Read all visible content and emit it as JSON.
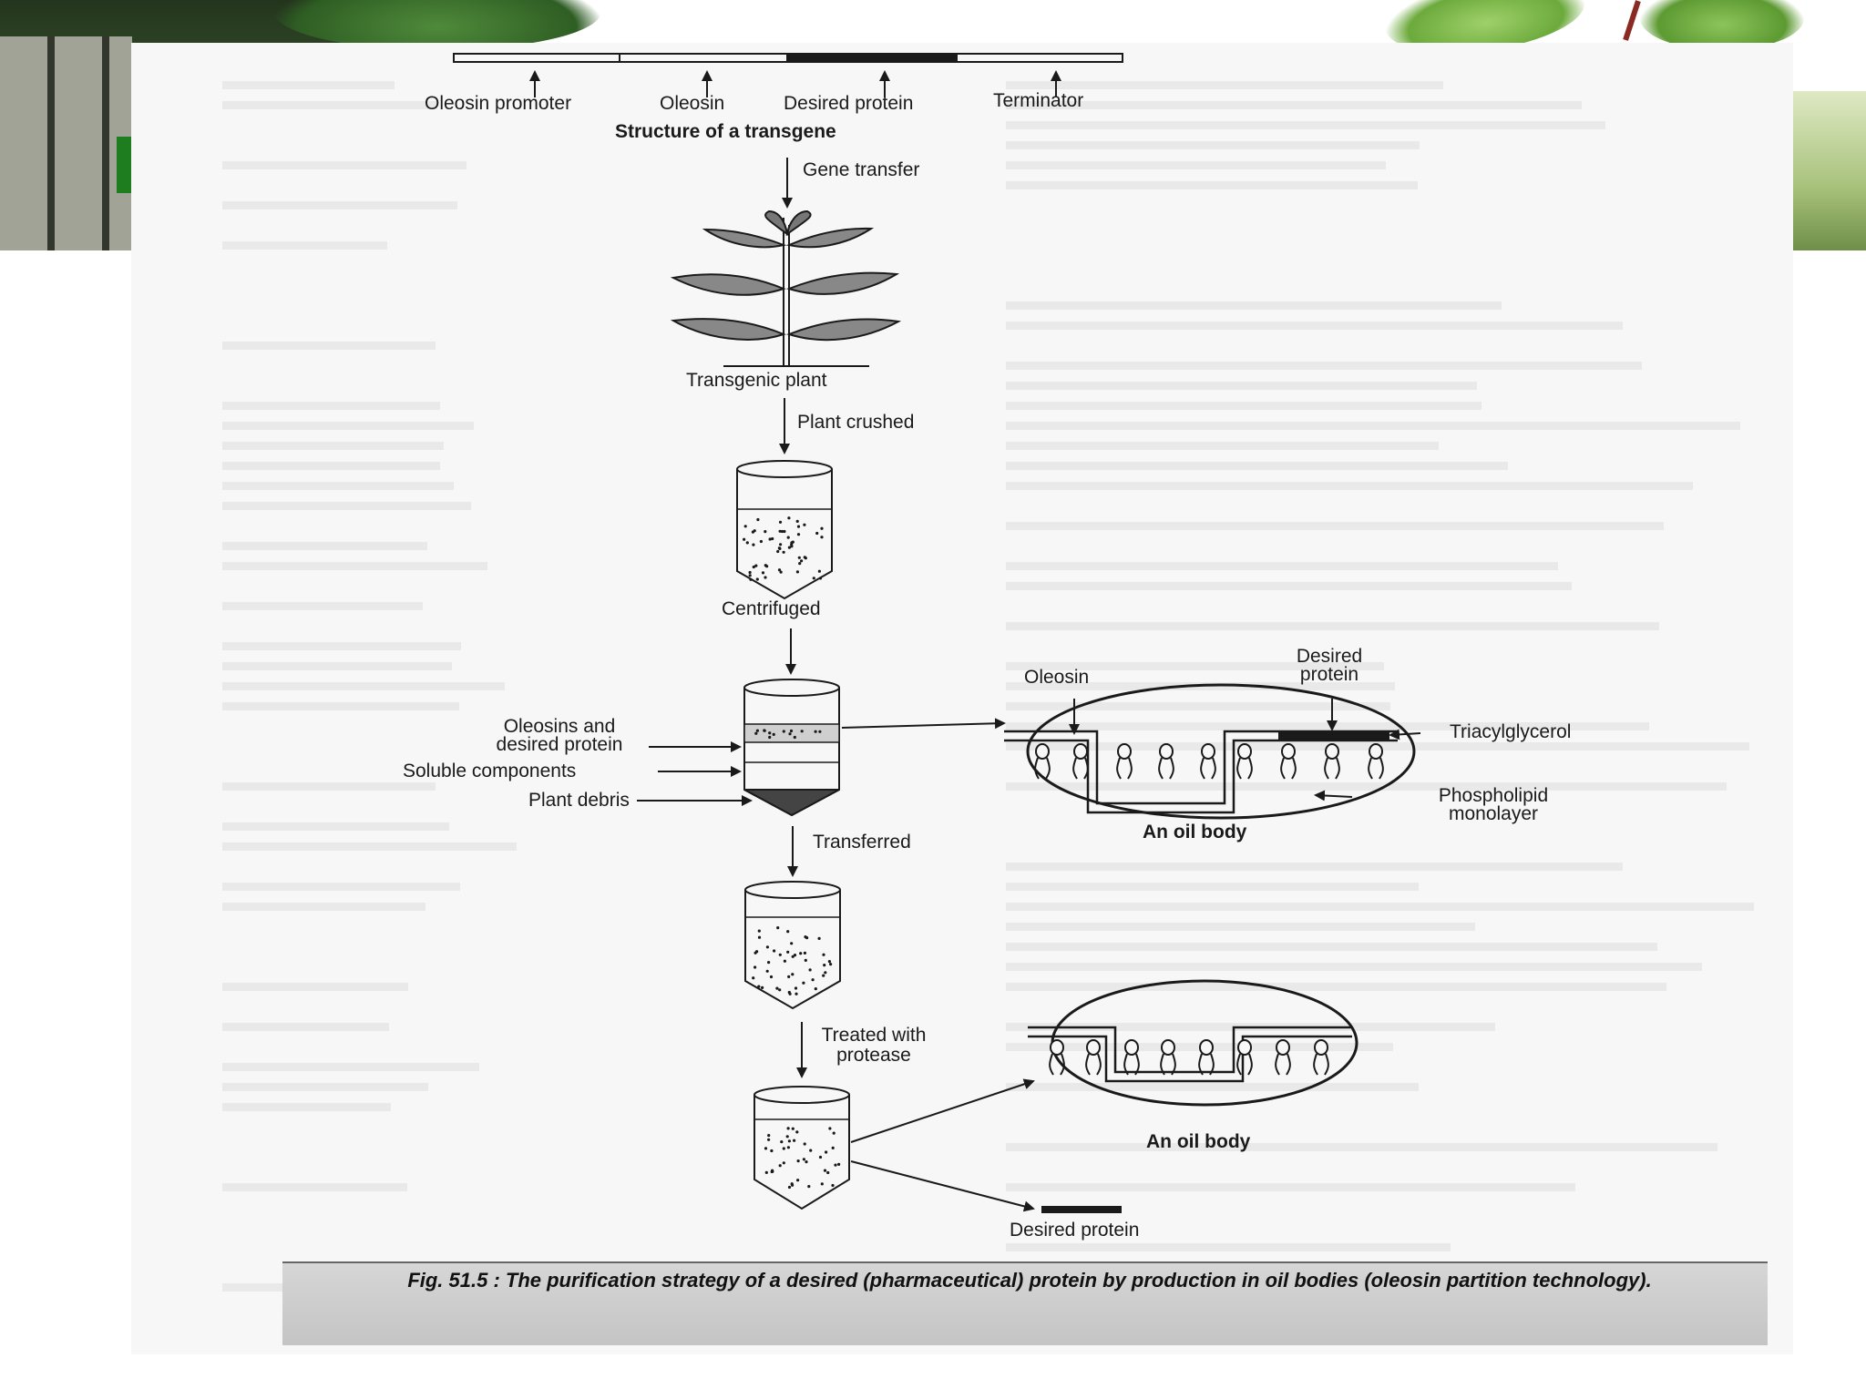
{
  "transgene": {
    "labels": [
      "Oleosin promoter",
      "Oleosin",
      "Desired protein",
      "Terminator"
    ],
    "title": "Structure of a transgene"
  },
  "steps": {
    "gene_transfer": "Gene transfer",
    "transgenic_plant": "Transgenic plant",
    "plant_crushed": "Plant crushed",
    "centrifuged": "Centrifuged",
    "transferred": "Transferred",
    "treated_line1": "Treated with",
    "treated_line2": "protease"
  },
  "layers": {
    "oleosins_line1": "Oleosins and",
    "oleosins_line2": "desired protein",
    "soluble": "Soluble components",
    "debris": "Plant debris"
  },
  "oil_body_1": {
    "oleosin": "Oleosin",
    "desired_line1": "Desired",
    "desired_line2": "protein",
    "triacylglycerol": "Triacylglycerol",
    "phospholipid_line1": "Phospholipid",
    "phospholipid_line2": "monolayer",
    "name": "An oil body"
  },
  "oil_body_2": {
    "name": "An oil body",
    "desired": "Desired protein"
  },
  "caption": "Fig. 51.5 : The purification strategy of a desired (pharmaceutical) protein by production in oil bodies (oleosin partition technology).",
  "colors": {
    "ink": "#1a1a1a",
    "page": "#f7f7f7",
    "caption_bar": "#cccccc"
  }
}
